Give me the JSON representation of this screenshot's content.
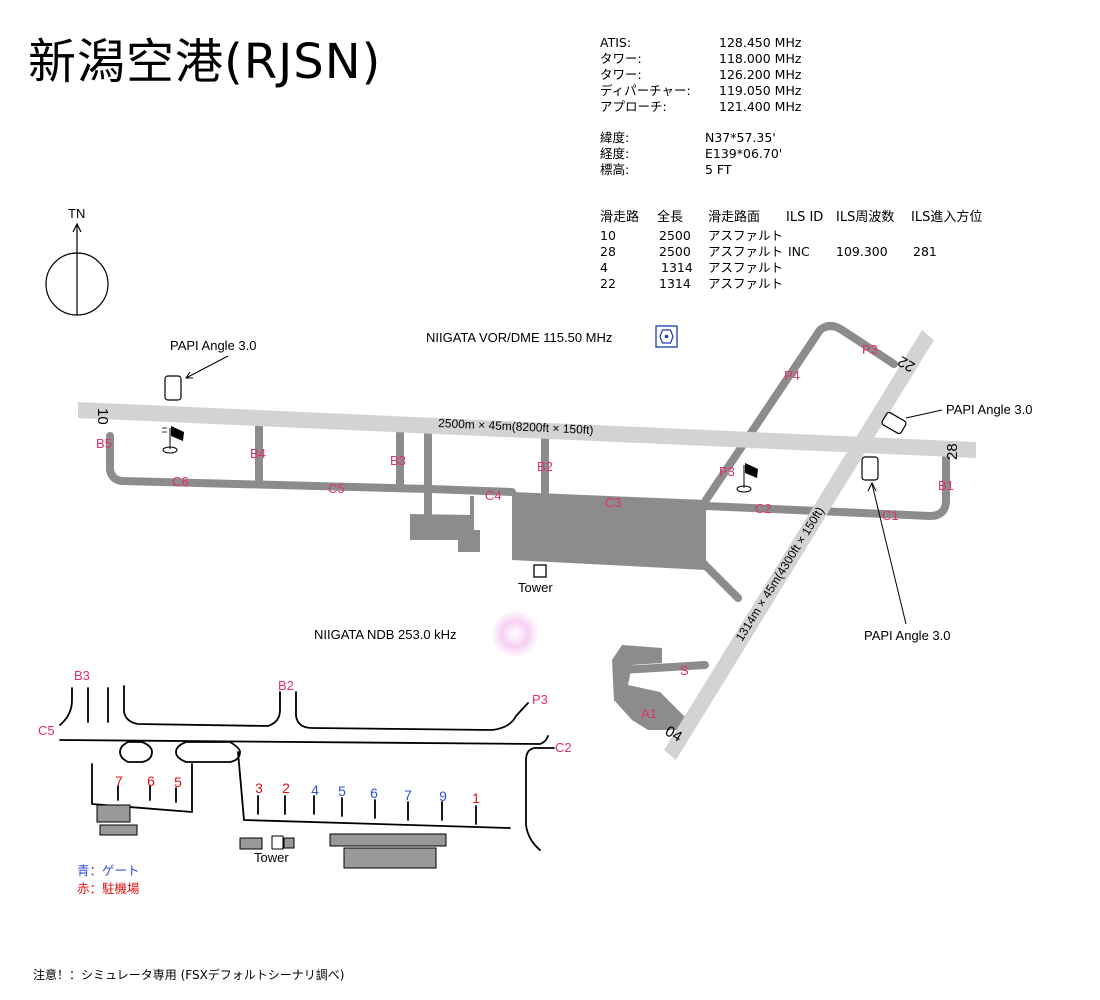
{
  "title": "新潟空港(RJSN)",
  "frequencies": [
    {
      "name": "ATIS:",
      "value": "128.450 MHz"
    },
    {
      "name": "タワー:",
      "value": "118.000 MHz"
    },
    {
      "name": "タワー:",
      "value": "126.200 MHz"
    },
    {
      "name": "ディパーチャー:",
      "value": "119.050 MHz"
    },
    {
      "name": "アプローチ:",
      "value": "121.400 MHz"
    }
  ],
  "position": [
    {
      "name": "緯度:",
      "value": "N37*57.35'"
    },
    {
      "name": "経度:",
      "value": "E139*06.70'"
    },
    {
      "name": "標高:",
      "value": "5 FT"
    }
  ],
  "runway_table": {
    "headers": [
      "滑走路",
      "全長",
      "滑走路面",
      "ILS ID",
      "ILS周波数",
      "ILS進入方位"
    ],
    "rows": [
      [
        "10",
        "2500",
        "アスファルト",
        "",
        "",
        ""
      ],
      [
        "28",
        "2500",
        "アスファルト",
        "INC",
        "109.300",
        "281"
      ],
      [
        "4",
        "1314",
        "アスファルト",
        "",
        "",
        ""
      ],
      [
        "22",
        "1314",
        "アスファルト",
        "",
        "",
        ""
      ]
    ]
  },
  "north_label": "TN",
  "map": {
    "vor_label": "NIIGATA VOR/DME 115.50 MHz",
    "ndb_label": "NIIGATA NDB 253.0 kHz",
    "papi_left": "PAPI Angle 3.0",
    "papi_right": "PAPI Angle 3.0",
    "papi_bottom": "PAPI Angle 3.0",
    "runway_main_label": "2500m × 45m(8200ft × 150ft)",
    "runway_cross_label": "1314m × 45m(4300ft × 150ft)",
    "rwy_10": "10",
    "rwy_28": "28",
    "rwy_04": "04",
    "rwy_22": "22",
    "tower_label": "Tower",
    "taxiways": {
      "B5": "B5",
      "C6": "C6",
      "B4": "B4",
      "C5": "C5",
      "B3": "B3",
      "C4": "C4",
      "B2": "B2",
      "C3": "C3",
      "P3": "P3",
      "C2": "C2",
      "C1": "C1",
      "B1": "B1",
      "P4": "P4",
      "P3b": "P3",
      "S": "S",
      "A1": "A1"
    }
  },
  "detail": {
    "labels": {
      "B3": "B3",
      "B2": "B2",
      "P3": "P3",
      "C5": "C5",
      "C2": "C2"
    },
    "spots": [
      {
        "label": "7",
        "kind": "parking"
      },
      {
        "label": "6",
        "kind": "parking"
      },
      {
        "label": "5",
        "kind": "parking"
      },
      {
        "label": "3",
        "kind": "parking"
      },
      {
        "label": "2",
        "kind": "parking"
      },
      {
        "label": "4",
        "kind": "gate"
      },
      {
        "label": "5",
        "kind": "gate"
      },
      {
        "label": "6",
        "kind": "gate"
      },
      {
        "label": "7",
        "kind": "gate"
      },
      {
        "label": "9",
        "kind": "gate"
      },
      {
        "label": "1",
        "kind": "parking"
      }
    ],
    "tower_label": "Tower",
    "legend_gate": "青：ゲート",
    "legend_parking": "赤：駐機場"
  },
  "colors": {
    "runway": "#d3d3d3",
    "taxiway": "#8c8c8c",
    "taxi_label": "#e0306a",
    "gate": "#3050d0",
    "parking": "#e01010",
    "vor": "#1a3caa",
    "ndb": "#f4b8f0"
  },
  "footer": "注意！：シミュレータ専用 (FSXデフォルトシーナリ調べ)"
}
